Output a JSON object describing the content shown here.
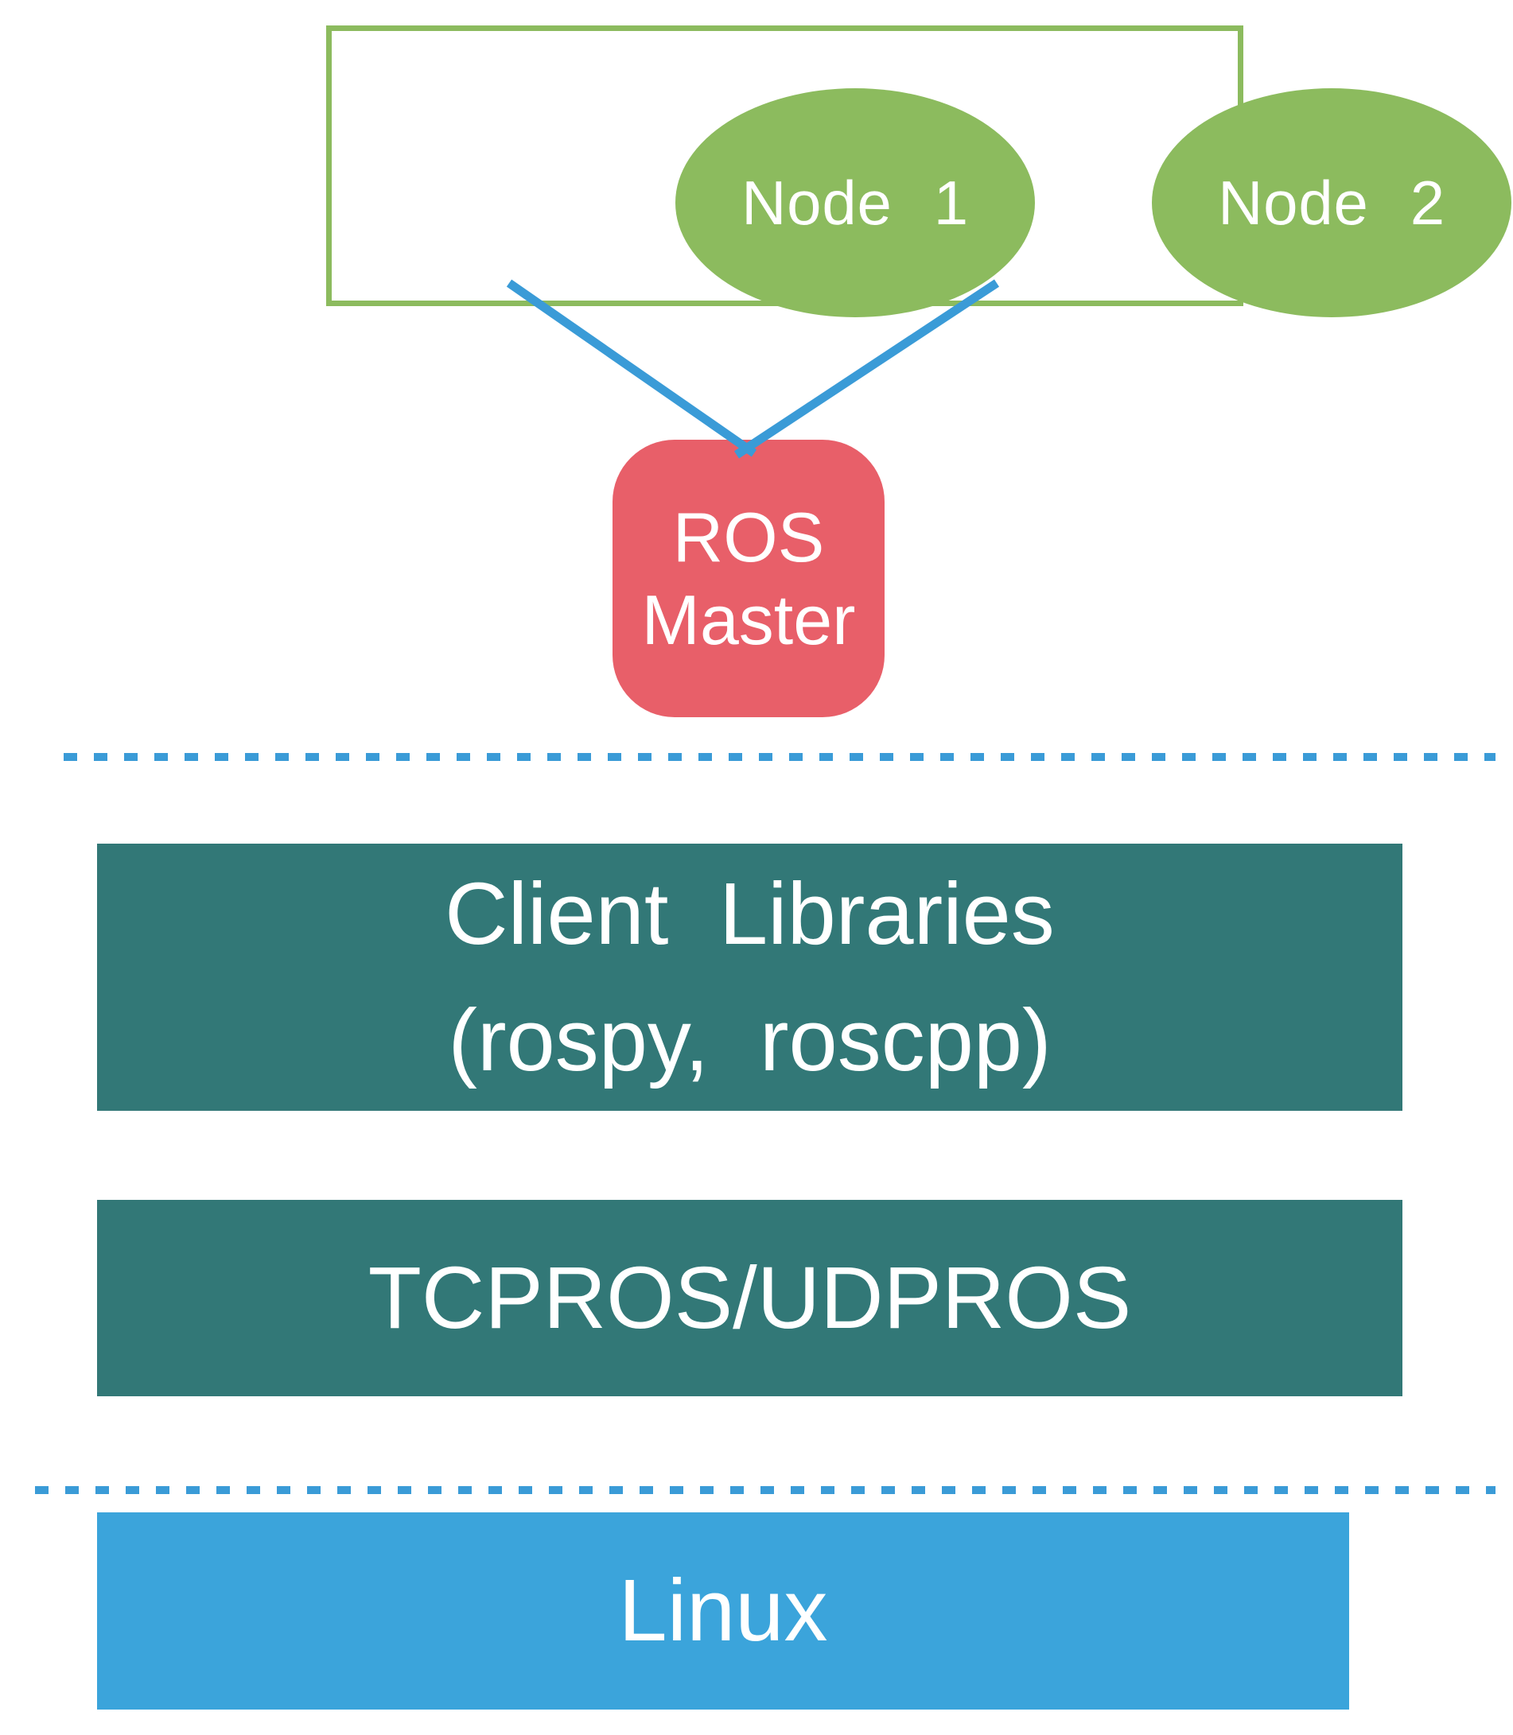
{
  "colors": {
    "node_green": "#8cbb5e",
    "group_border_green": "#8cbb5e",
    "master_red": "#e85f69",
    "layer_teal": "#327877",
    "linux_blue": "#3ba4db",
    "connector_blue": "#3a9bd7",
    "label_text": "#ffffff"
  },
  "nodes": {
    "node1": {
      "label": "Node 1"
    },
    "node2": {
      "label": "Node 2"
    }
  },
  "ros_master": {
    "line1": "ROS",
    "line2": "Master"
  },
  "layers": {
    "client": {
      "line1": "Client Libraries",
      "line2": "(rospy, roscpp)"
    },
    "transport": {
      "label": "TCPROS/UDPROS"
    },
    "os": {
      "label": "Linux"
    }
  }
}
